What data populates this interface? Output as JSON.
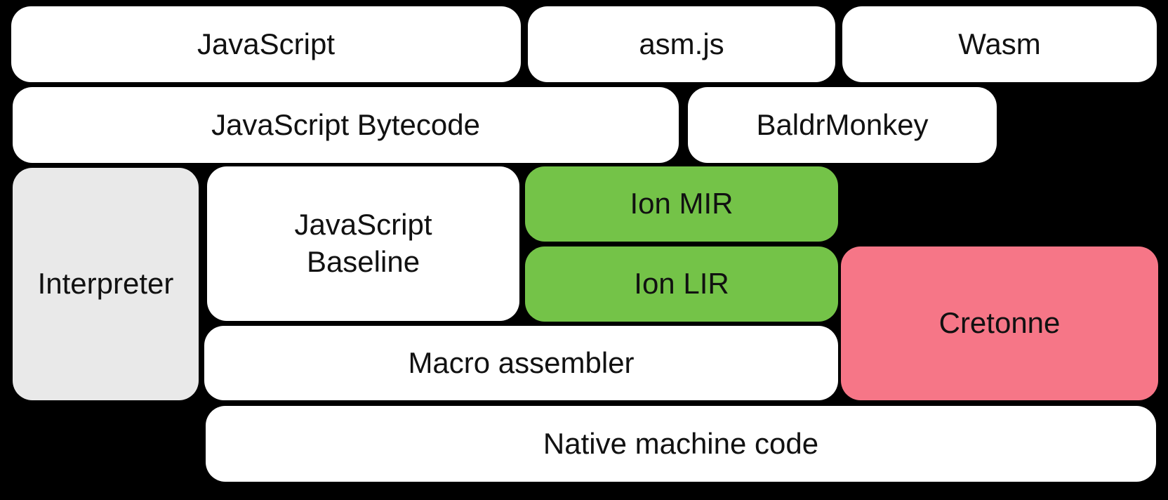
{
  "colors": {
    "background": "#000000",
    "box_white": "#ffffff",
    "box_gray": "#e9e9e9",
    "box_green": "#74c348",
    "box_pink": "#f67687",
    "text": "#111111"
  },
  "diagram": {
    "boxes": [
      {
        "id": "javascript",
        "label": "JavaScript",
        "color": "box_white"
      },
      {
        "id": "asmjs",
        "label": "asm.js",
        "color": "box_white"
      },
      {
        "id": "wasm",
        "label": "Wasm",
        "color": "box_white"
      },
      {
        "id": "javascript-bytecode",
        "label": "JavaScript Bytecode",
        "color": "box_white"
      },
      {
        "id": "baldrmonkey",
        "label": "BaldrMonkey",
        "color": "box_white"
      },
      {
        "id": "interpreter",
        "label": "Interpreter",
        "color": "box_gray"
      },
      {
        "id": "javascript-baseline",
        "label": "JavaScript Baseline",
        "label_lines": [
          "JavaScript",
          "Baseline"
        ],
        "color": "box_white"
      },
      {
        "id": "ion-mir",
        "label": "Ion MIR",
        "color": "box_green"
      },
      {
        "id": "ion-lir",
        "label": "Ion LIR",
        "color": "box_green"
      },
      {
        "id": "cretonne",
        "label": "Cretonne",
        "color": "box_pink"
      },
      {
        "id": "macro-assembler",
        "label": "Macro assembler",
        "color": "box_white"
      },
      {
        "id": "native-machine-code",
        "label": "Native machine code",
        "color": "box_white"
      }
    ]
  }
}
